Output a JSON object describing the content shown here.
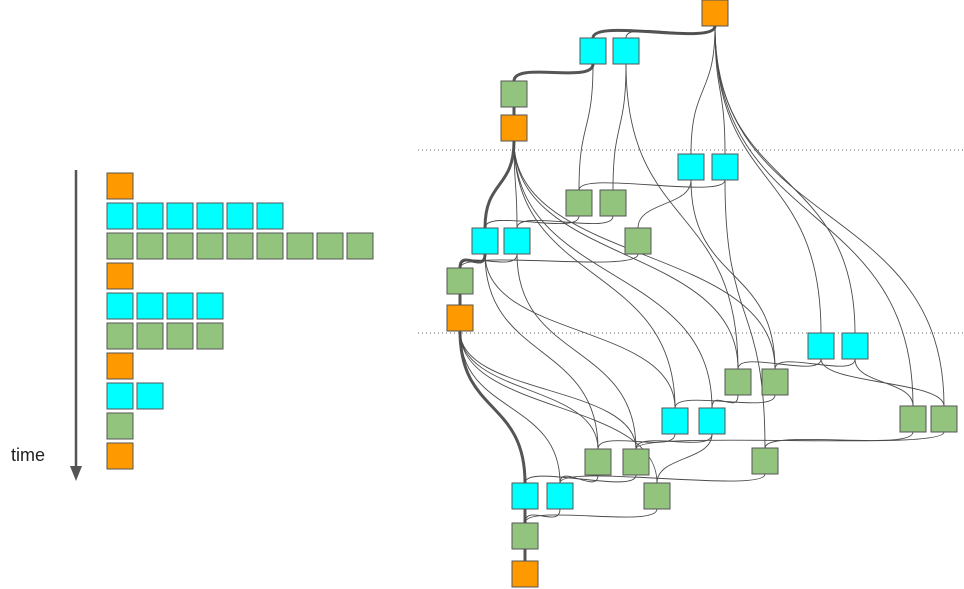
{
  "colors": {
    "orange": "#ff9900",
    "cyan": "#00ffff",
    "green": "#93c47d",
    "border": "#555555",
    "edge": "#4a4a4a"
  },
  "timeline": {
    "label": "time",
    "rows": [
      {
        "color": "orange",
        "count": 1
      },
      {
        "color": "cyan",
        "count": 6
      },
      {
        "color": "green",
        "count": 9
      },
      {
        "color": "orange",
        "count": 1
      },
      {
        "color": "cyan",
        "count": 4
      },
      {
        "color": "green",
        "count": 4
      },
      {
        "color": "orange",
        "count": 1
      },
      {
        "color": "cyan",
        "count": 2
      },
      {
        "color": "green",
        "count": 1
      },
      {
        "color": "orange",
        "count": 1
      }
    ]
  },
  "tree": {
    "nodes": [
      {
        "id": "o0",
        "color": "orange"
      },
      {
        "id": "c1",
        "color": "cyan"
      },
      {
        "id": "c2",
        "color": "cyan"
      },
      {
        "id": "g1",
        "color": "green"
      },
      {
        "id": "o1",
        "color": "orange"
      },
      {
        "id": "c3",
        "color": "cyan"
      },
      {
        "id": "c4",
        "color": "cyan"
      },
      {
        "id": "g2",
        "color": "green"
      },
      {
        "id": "g3",
        "color": "green"
      },
      {
        "id": "c5",
        "color": "cyan"
      },
      {
        "id": "c6",
        "color": "cyan"
      },
      {
        "id": "g4",
        "color": "green"
      },
      {
        "id": "g5",
        "color": "green"
      },
      {
        "id": "o2",
        "color": "orange"
      },
      {
        "id": "c7",
        "color": "cyan"
      },
      {
        "id": "c8",
        "color": "cyan"
      },
      {
        "id": "g6",
        "color": "green"
      },
      {
        "id": "g7",
        "color": "green"
      },
      {
        "id": "c9",
        "color": "cyan"
      },
      {
        "id": "c10",
        "color": "cyan"
      },
      {
        "id": "g8",
        "color": "green"
      },
      {
        "id": "g9",
        "color": "green"
      },
      {
        "id": "g10",
        "color": "green"
      },
      {
        "id": "g11",
        "color": "green"
      },
      {
        "id": "g12",
        "color": "green"
      },
      {
        "id": "g13",
        "color": "green"
      },
      {
        "id": "c11",
        "color": "cyan"
      },
      {
        "id": "c12",
        "color": "cyan"
      },
      {
        "id": "g14",
        "color": "green"
      },
      {
        "id": "o3",
        "color": "orange"
      }
    ]
  }
}
